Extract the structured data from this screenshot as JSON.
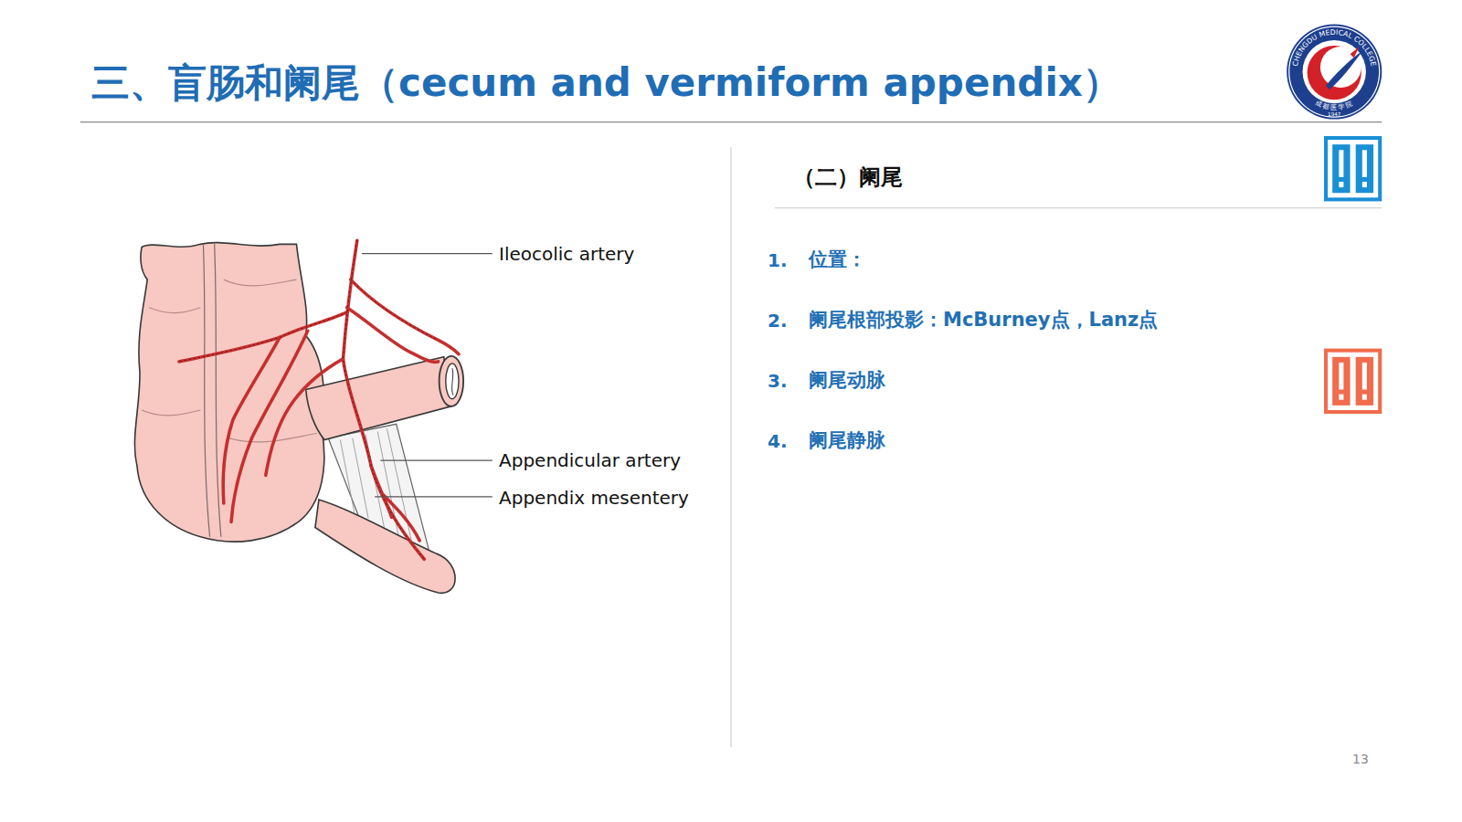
{
  "diagram": {
    "title": "三、盲肠和阑尾（cecum and vermiform appendix）",
    "labels": [
      "Ileocolic artery",
      "Appendicular artery",
      "Appendix mesentery",
      "（二）阑尾",
      "1.",
      "位置：",
      "2.",
      "阑尾根部投影：McBurney点，Lanz点",
      "3.",
      "阑尾动脉",
      "4.",
      "阑尾静脉",
      "13",
      "CHENGDU MEDICAL COLLEGE",
      "成都医学院",
      "1947"
    ]
  }
}
